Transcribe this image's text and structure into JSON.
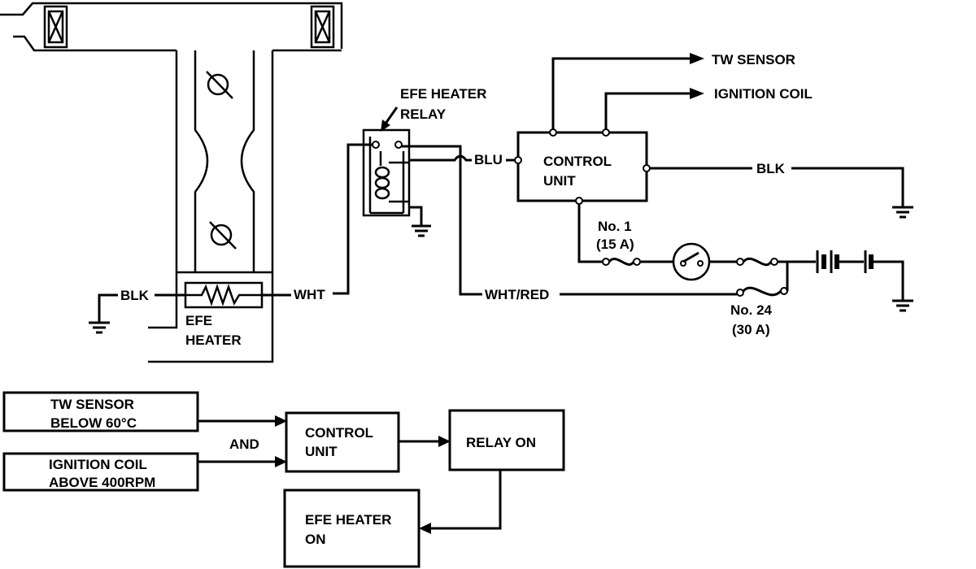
{
  "colors": {
    "ink": "#000000",
    "background": "#ffffff"
  },
  "schematic": {
    "relay_title": {
      "line1": "EFE HEATER",
      "line2": "RELAY"
    },
    "tw_sensor": "TW SENSOR",
    "ignition_coil": "IGNITION COIL",
    "control_unit": {
      "line1": "CONTROL",
      "line2": "UNIT"
    },
    "blu_wire": "BLU",
    "blk_wire_right": "BLK",
    "fuse_1": {
      "line1": "No. 1",
      "line2": "(15 A)"
    },
    "blk_wire_left": "BLK",
    "wht_wire": "WHT",
    "wht_red_wire": "WHT/RED",
    "fuse_24": {
      "line1": "No. 24",
      "line2": "(30 A)"
    },
    "efe_heater": {
      "line1": "EFE",
      "line2": "HEATER"
    }
  },
  "flowchart": {
    "tw_condition": {
      "line1": "TW SENSOR",
      "line2": "BELOW 60°C"
    },
    "ignition_condition": {
      "line1": "IGNITION COIL",
      "line2": "ABOVE 400RPM"
    },
    "and_label": "AND",
    "control_unit": {
      "line1": "CONTROL",
      "line2": "UNIT"
    },
    "relay_on": "RELAY ON",
    "heater_on": {
      "line1": "EFE HEATER",
      "line2": "ON"
    }
  }
}
